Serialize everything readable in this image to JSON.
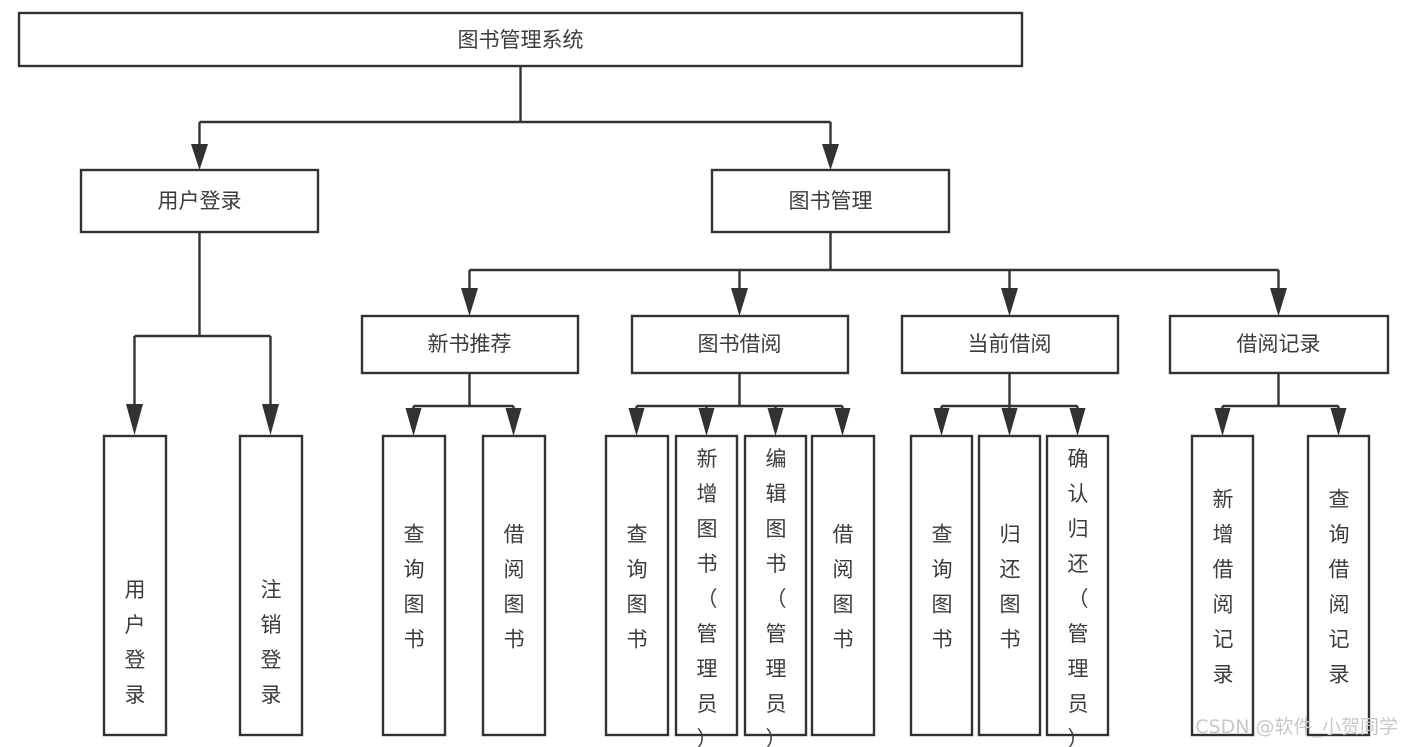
{
  "diagram": {
    "title": "图书管理系统",
    "type": "tree",
    "orientation": "top-down",
    "colors": {
      "stroke": "#323232",
      "box_fill": "#ffffff",
      "text": "#3c3c3c",
      "background": "#ffffff",
      "watermark": "#c8c8c8"
    },
    "root": {
      "label": "图书管理系统"
    },
    "level2": [
      {
        "label": "用户登录"
      },
      {
        "label": "图书管理"
      }
    ],
    "level3": [
      {
        "label": "新书推荐"
      },
      {
        "label": "图书借阅"
      },
      {
        "label": "当前借阅"
      },
      {
        "label": "借阅记录"
      }
    ],
    "leaves": {
      "user_login": [
        {
          "label": "用户登录"
        },
        {
          "label": "注销登录"
        }
      ],
      "new_book_recommend": [
        {
          "label": "查询图书"
        },
        {
          "label": "借阅图书"
        }
      ],
      "book_borrow": [
        {
          "label": "查询图书"
        },
        {
          "label": "新增图书（管理员）"
        },
        {
          "label": "编辑图书（管理员）"
        },
        {
          "label": "借阅图书"
        }
      ],
      "current_borrow": [
        {
          "label": "查询图书"
        },
        {
          "label": "归还图书"
        },
        {
          "label": "确认归还（管理员）"
        }
      ],
      "borrow_record": [
        {
          "label": "新增借阅记录"
        },
        {
          "label": "查询借阅记录"
        }
      ]
    }
  },
  "watermark": {
    "text": "CSDN @软件_小贺同学"
  }
}
